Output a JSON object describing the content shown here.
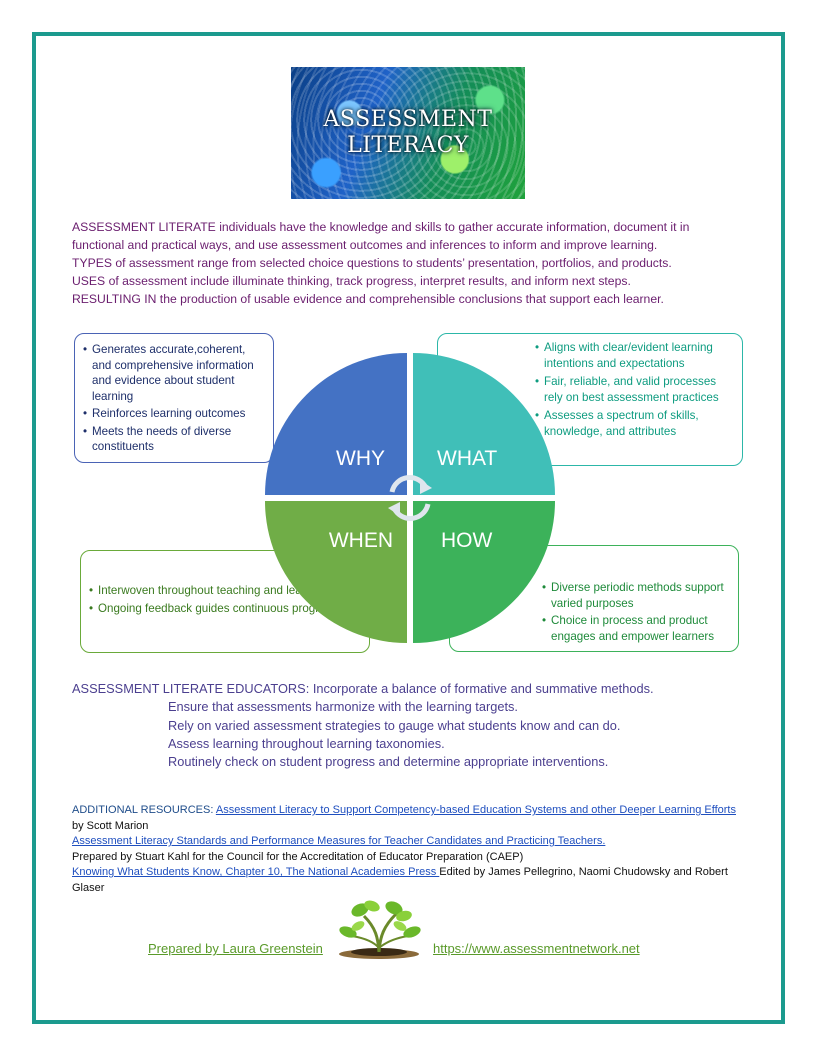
{
  "banner": {
    "line1": "ASSESSMENT",
    "line2": "LITERACY"
  },
  "intro": [
    "ASSESSMENT LITERATE individuals have the knowledge and skills to gather accurate information, document it in",
    "functional and practical ways, and use assessment outcomes and inferences to inform and improve learning.",
    "TYPES of assessment range from selected choice questions to students’ presentation, portfolios, and products.",
    "USES of assessment include illuminate thinking, track progress, interpret results, and inform next steps.",
    "RESULTING IN the production of usable evidence and comprehensible conclusions that support each learner."
  ],
  "wheel": {
    "why": "WHY",
    "what": "WHAT",
    "when": "WHEN",
    "how": "HOW"
  },
  "boxes": {
    "why": [
      "Generates accurate,coherent, and comprehensive information and evidence about student learning",
      "Reinforces learning outcomes",
      "Meets the needs of diverse constituents"
    ],
    "what": [
      "Aligns with clear/evident learning intentions and expectations",
      "Fair, reliable, and valid  processes rely on best assessment practices",
      "Assesses a spectrum of skills, knowledge, and attributes"
    ],
    "when": [
      "Interwoven throughout teaching and learning",
      "Ongoing feedback guides continuous progress"
    ],
    "how": [
      "Diverse periodic methods support varied purposes",
      "Choice in process and product engages and empower learners"
    ]
  },
  "educators": {
    "lead": "ASSESSMENT LITERATE EDUCATORS: Incorporate a balance of formative and summative methods.",
    "lines": [
      "Ensure that assessments harmonize with the learning targets.",
      "Rely on varied assessment strategies to gauge what students know and can do.",
      "Assess learning throughout learning taxonomies.",
      "Routinely check on student progress and determine appropriate interventions."
    ]
  },
  "resources": {
    "label": "ADDITIONAL RESOURCES:",
    "link1": "Assessment Literacy to Support Competency-based Education Systems and other Deeper Learning Efforts",
    "link1_suffix": " by Scott Marion",
    "link2": "Assessment Literacy Standards and Performance Measures for Teacher Candidates and Practicing Teachers.",
    "link2_note": "Prepared by Stuart Kahl for the Council for the Accreditation of Educator Preparation (CAEP)",
    "link3": "Knowing What Students Know, Chapter 10, The National Academies Press ",
    "link3_suffix": "Edited by James Pellegrino, Naomi Chudowsky and Robert Glaser"
  },
  "footer": {
    "author": "Prepared by Laura Greenstein",
    "url": "https://www.assessmentnetwork.net"
  },
  "colors": {
    "frame": "#1b9a8e",
    "why": "#4472c4",
    "what": "#40bfb8",
    "when": "#70ad47",
    "how": "#3cb25a",
    "intro_text": "#6a1d6e"
  },
  "icons": {
    "cycle": "cycle-arrows-icon",
    "plant": "sprout-plant-icon"
  }
}
